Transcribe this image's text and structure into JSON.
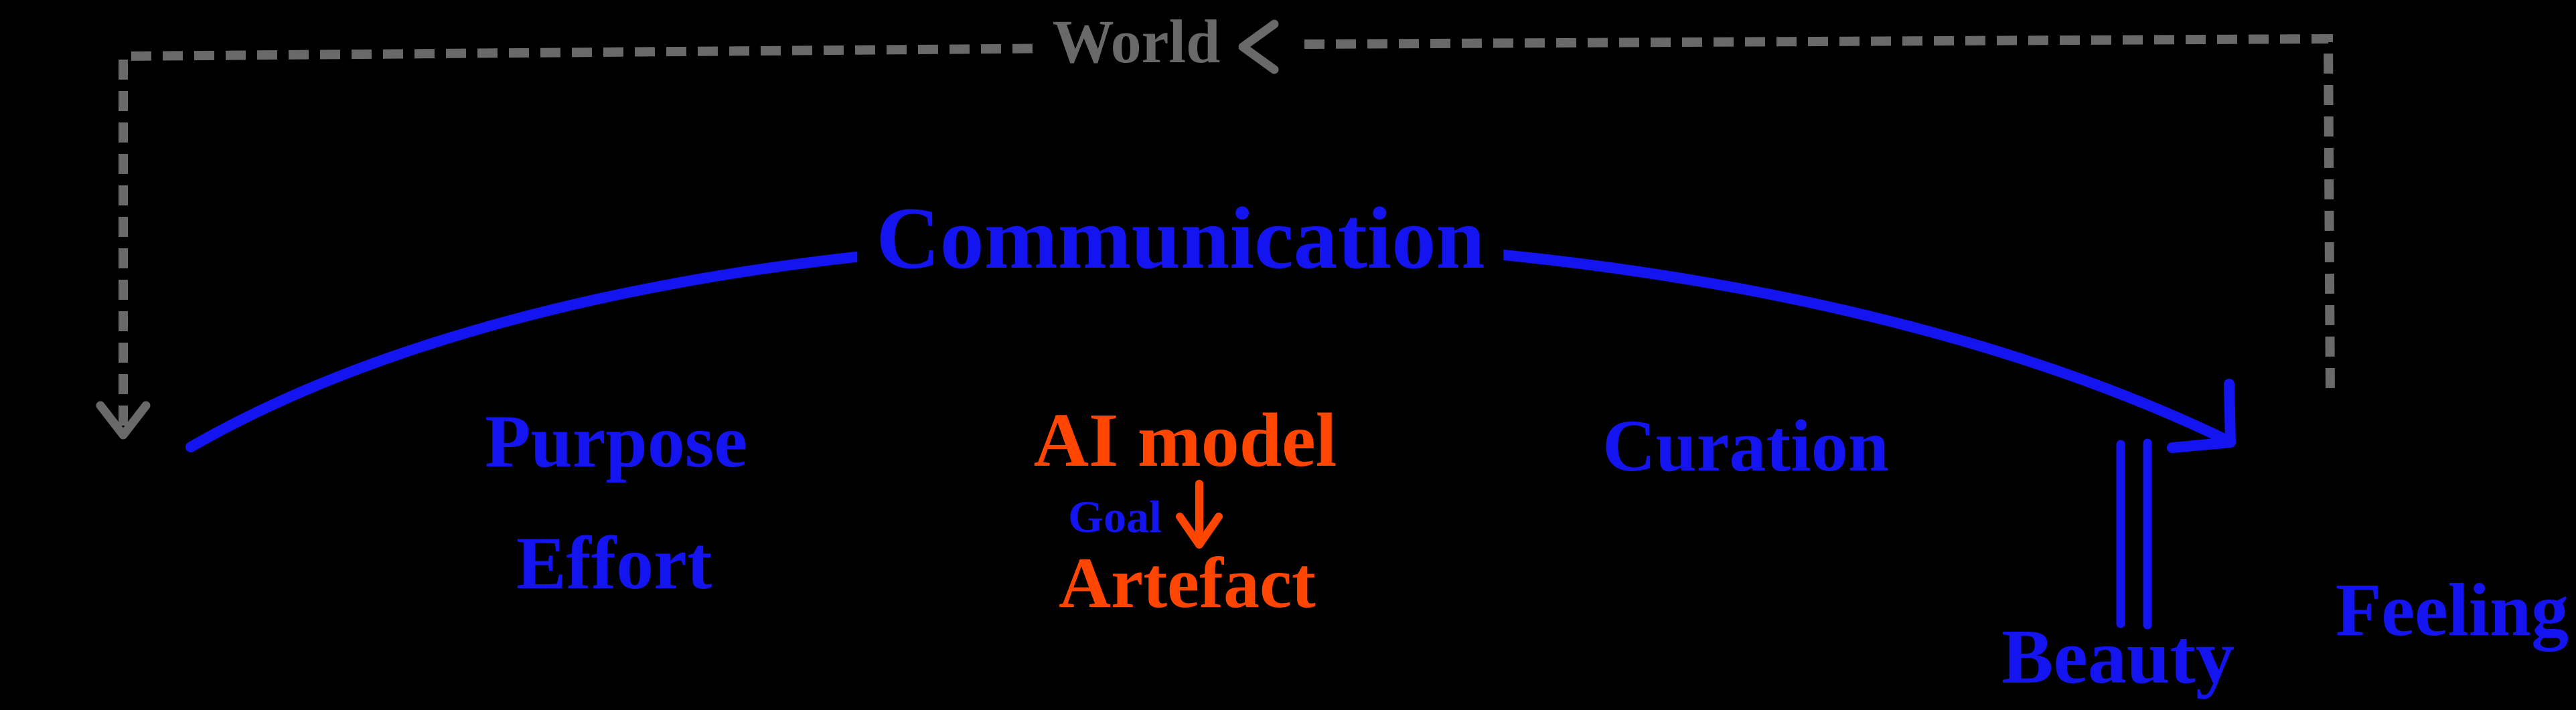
{
  "diagram": {
    "title": "World / Communication feedback loop diagram",
    "background_color": "#000000",
    "colors": {
      "gray": "#696969",
      "blue": "#1414f0",
      "orange": "#ff4500"
    },
    "labels": {
      "world": "World",
      "communication": "Communication",
      "purpose": "Purpose",
      "effort": "Effort",
      "ai_model": "AI model",
      "goal": "Goal",
      "artefact": "Artefact",
      "curation": "Curation",
      "beauty": "Beauty",
      "feeling": "Feeling"
    },
    "icons": [
      "dashed-feedback-loop-line",
      "left-arrowhead-into-world-icon",
      "down-arrowhead-left-icon",
      "communication-curve-arrow",
      "curve-down-right-arrowhead-icon",
      "goal-down-arrow-icon",
      "double-parallel-lines-icon"
    ]
  }
}
